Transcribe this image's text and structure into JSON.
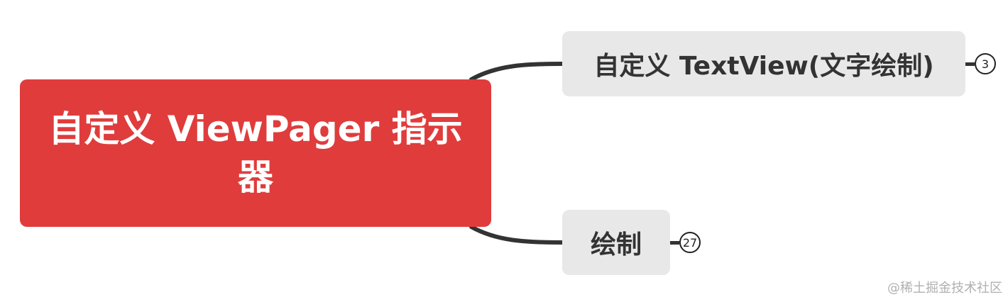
{
  "mindmap": {
    "root": {
      "label": "自定义 ViewPager 指示器",
      "color": "#e03c3c"
    },
    "children": [
      {
        "label": "自定义 TextView(文字绘制)",
        "count": "3"
      },
      {
        "label": "绘制",
        "count": "27"
      }
    ],
    "connector_color": "#333333",
    "child_background": "#e8e8e8"
  },
  "watermark": "@稀土掘金技术社区"
}
